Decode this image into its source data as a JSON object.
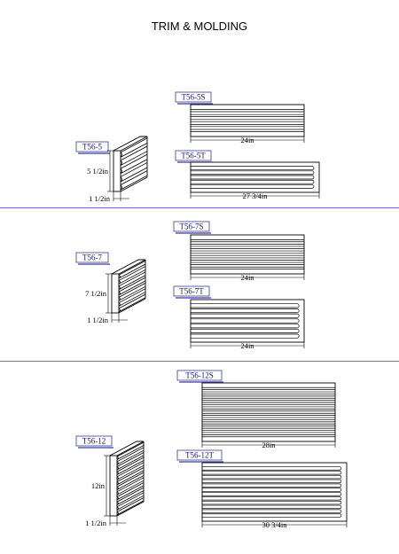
{
  "title": "TRIM & MOLDING",
  "colors": {
    "separator": "#6a6ad8",
    "label_border": "#3a3a9a",
    "label_text": "#1a1a6a",
    "line": "#000000"
  },
  "sections": [
    {
      "profile": {
        "label": "T56-5",
        "height": "5 1/2in",
        "depth": "1 1/2in",
        "ridges": 5
      },
      "straight": {
        "label": "T56-5S",
        "length": "24in",
        "grooves": 5
      },
      "tapered": {
        "label": "T56-5T",
        "length": "27 3/4in",
        "grooves": 5
      }
    },
    {
      "profile": {
        "label": "T56-7",
        "height": "7 1/2in",
        "depth": "1 1/2in",
        "ridges": 7
      },
      "straight": {
        "label": "T56-7S",
        "length": "24in",
        "grooves": 7
      },
      "tapered": {
        "label": "T56-7T",
        "length": "24in",
        "grooves": 7
      }
    },
    {
      "profile": {
        "label": "T56-12",
        "height": "12in",
        "depth": "1 1/2in",
        "ridges": 12
      },
      "straight": {
        "label": "T56-12S",
        "length": "28in",
        "grooves": 12
      },
      "tapered": {
        "label": "T56-12T",
        "length": "30 3/4in",
        "grooves": 12
      }
    }
  ]
}
